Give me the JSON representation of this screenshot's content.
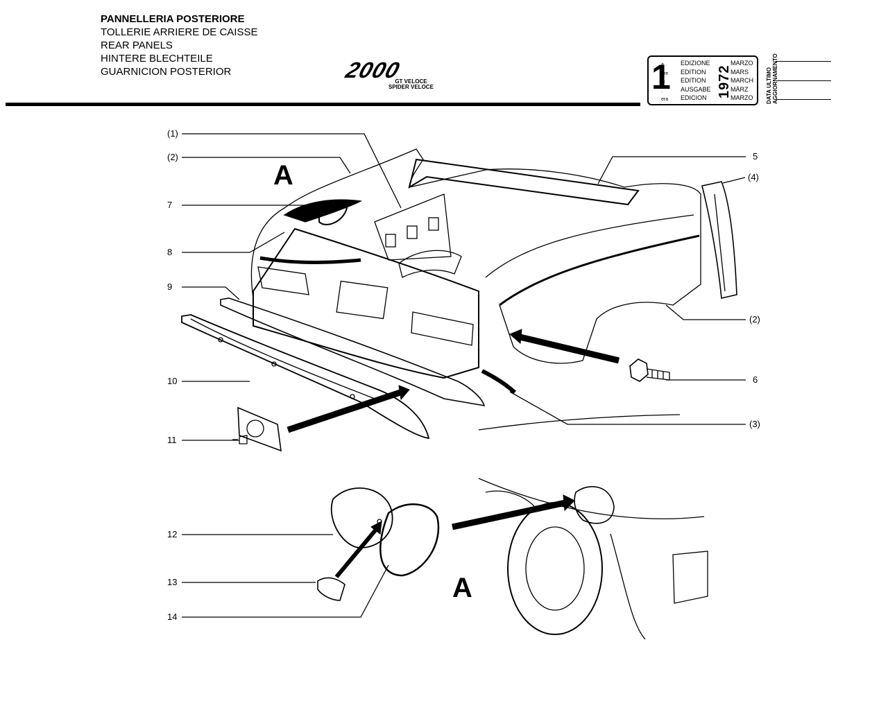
{
  "header": {
    "titles": [
      "PANNELLERIA POSTERIORE",
      "TOLLERIE ARRIERE DE CAISSE",
      "REAR PANELS",
      "HINTERE BLECHTEILE",
      "GUARNICION POSTERIOR"
    ],
    "model": "2000",
    "model_sub": [
      "GT VELOCE",
      "SPIDER VELOCE"
    ]
  },
  "edition": {
    "number": "1",
    "suffixes": [
      "a",
      "ere",
      "st",
      ".",
      "era"
    ],
    "labels": [
      "EDIZIONE",
      "EDITION",
      "EDITION",
      "AUSGABE",
      "EDICION"
    ],
    "year": "1972",
    "months": [
      "MARZO",
      "MARS",
      "MARCH",
      "MÄRZ",
      "MARZO"
    ],
    "update_label": [
      "DATA ULTIMO",
      "AGGIORNAMENTO"
    ]
  },
  "view_letter": "A",
  "callouts": {
    "left": [
      "(1)",
      "(2)",
      "7",
      "8",
      "9",
      "10",
      "11",
      "12",
      "13",
      "14"
    ],
    "right": [
      "5",
      "(4)",
      "(2)",
      "6",
      "(3)"
    ]
  }
}
